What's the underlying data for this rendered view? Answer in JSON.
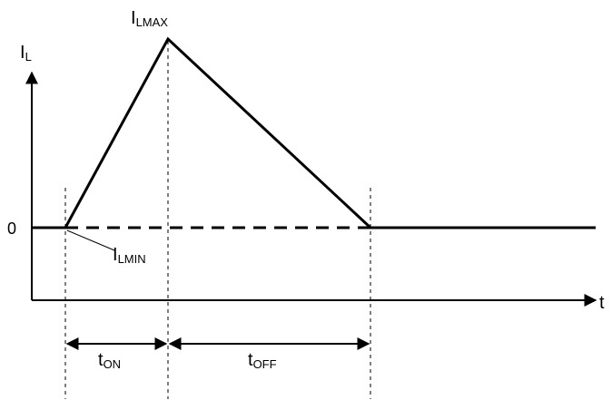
{
  "diagram": {
    "y_axis_label": {
      "main": "I",
      "sub": "L"
    },
    "x_axis_label": "t",
    "zero_label": "0",
    "peak_label": {
      "main": "I",
      "sub": "LMAX"
    },
    "min_label": {
      "main": "I",
      "sub": "LMIN"
    },
    "t_on_label": {
      "main": "t",
      "sub": "ON"
    },
    "t_off_label": {
      "main": "t",
      "sub": "OFF"
    }
  }
}
